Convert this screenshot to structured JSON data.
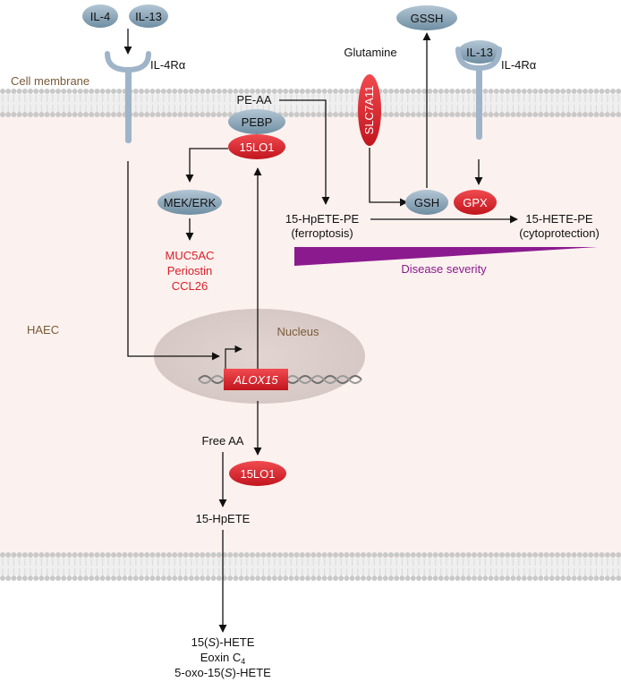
{
  "labels": {
    "il4_top": "IL-4",
    "il13_top": "IL-13",
    "il4ra_left": "IL-4Rα",
    "cell_membrane": "Cell membrane",
    "gssh": "GSSH",
    "glutamine": "Glutamine",
    "il13_right": "IL-13",
    "il4ra_right": "IL-4Rα",
    "pe_aa": "PE-AA",
    "pebp": "PEBP",
    "lo1_upper": "15LO1",
    "slc7a11": "SLC7A11",
    "mek_erk": "MEK/ERK",
    "gsh": "GSH",
    "gpx": "GPX",
    "hpete_pe": "15-HpETE-PE",
    "ferroptosis": "(ferroptosis)",
    "hete_pe": "15-HETE-PE",
    "cytoprotection": "(cytoprotection)",
    "muc5ac": "MUC5AC",
    "periostin": "Periostin",
    "ccl26": "CCL26",
    "disease_severity": "Disease severity",
    "haec": "HAEC",
    "nucleus": "Nucleus",
    "alox15": "ALOX15",
    "free_aa": "Free AA",
    "lo1_lower": "15LO1",
    "hpete": "15-HpETE",
    "prod1_a": "15(",
    "prod1_s": "S",
    "prod1_b": ")-HETE",
    "prod2_a": "Eoxin C",
    "prod2_sub": "4",
    "prod3_a": "5-oxo-15(",
    "prod3_s": "S",
    "prod3_b": ")-HETE"
  },
  "colors": {
    "cell_bg": "#fbf1ee",
    "membrane_head": "#c9c9c9",
    "membrane_tail": "#dcdcdc",
    "receptor": "#9fb4c8",
    "gray_node": "#8aa4b6",
    "red_node": "#d9202a",
    "nucleus": "#ddd0cc",
    "severity": "#8b1a8f"
  }
}
